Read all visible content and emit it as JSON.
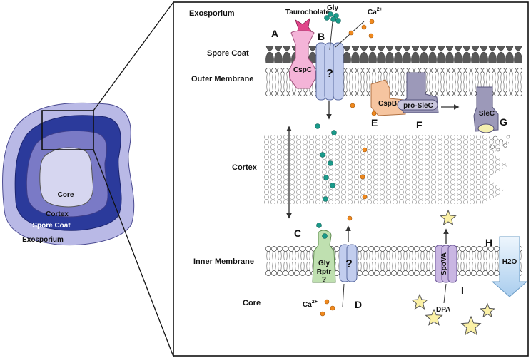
{
  "spore": {
    "layers": {
      "exosporium": "Exosporium",
      "spore_coat": "Spore Coat",
      "cortex": "Cortex",
      "core": "Core"
    }
  },
  "zoom": {
    "regions": {
      "exosporium": "Exosporium",
      "spore_coat": "Spore Coat",
      "outer_membrane": "Outer Membrane",
      "cortex": "Cortex",
      "inner_membrane": "Inner Membrane",
      "core": "Core"
    },
    "molecules": {
      "taurocholate": "Taurocholate",
      "gly": "Gly",
      "ca_base": "Ca",
      "ca_charge": "2+",
      "dpa": "DPA",
      "h2o": "H2O"
    },
    "proteins": {
      "cspc": "CspC",
      "cspb": "CspB",
      "pro_slec": "pro-SleC",
      "slec": "SleC",
      "spova": "SpoVA",
      "gly_rptr_1": "Gly",
      "gly_rptr_2": "Rptr",
      "gly_rptr_3": "?",
      "unknown": "?"
    },
    "letters": [
      "A",
      "B",
      "C",
      "D",
      "E",
      "F",
      "G",
      "H",
      "I"
    ]
  },
  "colors": {
    "exosporium": "#b9b9e6",
    "spore_coat": "#2b3a9b",
    "cortex": "#7a7ac6",
    "core": "#d6d6f0",
    "coat_layer": "#595959",
    "cspc": "#f4b4d8",
    "taurocholate": "#e0468a",
    "channel": "#c2cdee",
    "cspb": "#f6c5a0",
    "slec": "#9c99b9",
    "gly_receptor": "#bfe0b0",
    "spova": "#c9b6e2",
    "gly_dot": "#1a9a8a",
    "ca_dot": "#f0891e",
    "dpa_star": "#fbf1a6",
    "water_arrow": "#bcd9f2"
  }
}
